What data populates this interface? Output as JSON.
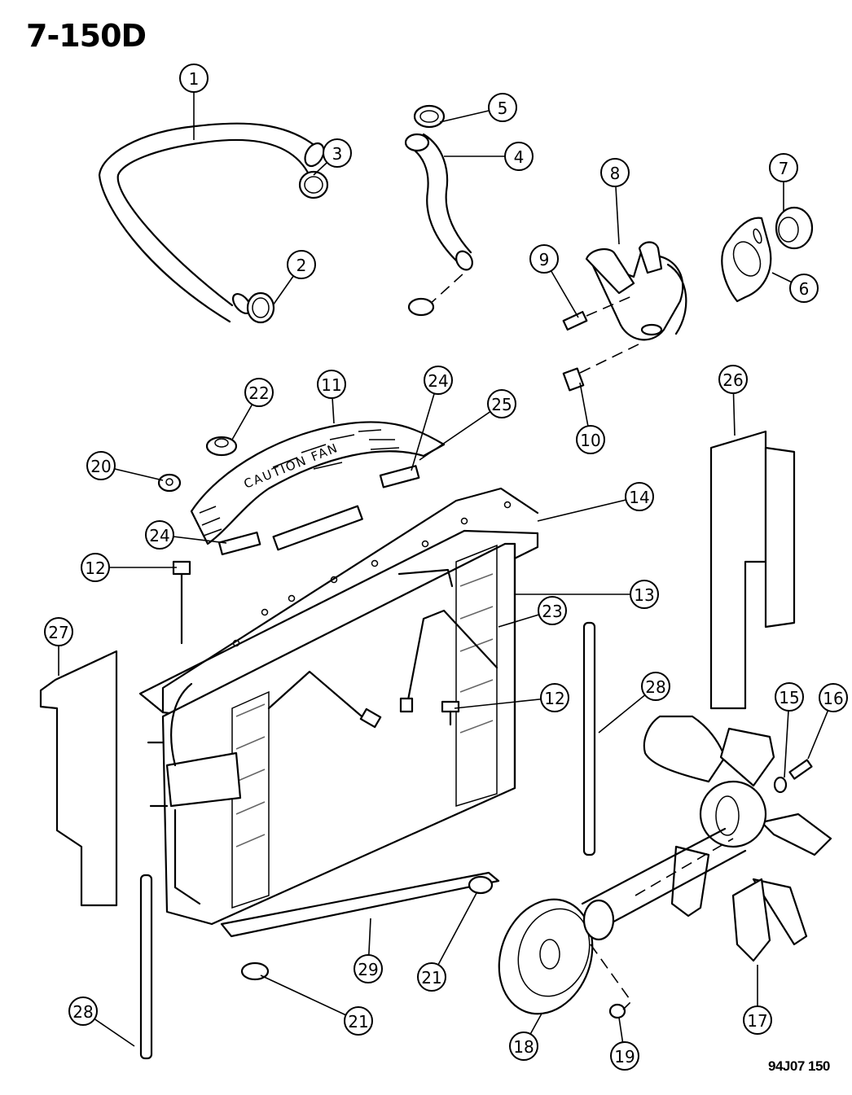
{
  "diagram": {
    "figure_number": "7-150D",
    "drawing_code": "94J07 150",
    "shroud_label": "CAUTION FAN",
    "callouts": [
      {
        "n": "1",
        "part": "upper-hose"
      },
      {
        "n": "2",
        "part": "hose-clamp-lower-left"
      },
      {
        "n": "3",
        "part": "hose-clamp-upper"
      },
      {
        "n": "4",
        "part": "bypass-hose"
      },
      {
        "n": "5",
        "part": "hose-clamp-top"
      },
      {
        "n": "6",
        "part": "thermostat-gasket"
      },
      {
        "n": "7",
        "part": "thermostat"
      },
      {
        "n": "8",
        "part": "thermostat-housing"
      },
      {
        "n": "9",
        "part": "housing-bolt"
      },
      {
        "n": "10",
        "part": "housing-bolt-lower"
      },
      {
        "n": "11",
        "part": "fan-shroud"
      },
      {
        "n": "12",
        "part": "bolt"
      },
      {
        "n": "12",
        "part": "bolt-right"
      },
      {
        "n": "13",
        "part": "radiator"
      },
      {
        "n": "14",
        "part": "upper-support"
      },
      {
        "n": "15",
        "part": "washer"
      },
      {
        "n": "16",
        "part": "fan-bolt"
      },
      {
        "n": "17",
        "part": "fan-blade"
      },
      {
        "n": "18",
        "part": "fan-pulley"
      },
      {
        "n": "19",
        "part": "nut"
      },
      {
        "n": "20",
        "part": "grommet"
      },
      {
        "n": "21",
        "part": "insulator"
      },
      {
        "n": "21",
        "part": "insulator-right"
      },
      {
        "n": "22",
        "part": "radiator-cap"
      },
      {
        "n": "23",
        "part": "bracket"
      },
      {
        "n": "24",
        "part": "seal-left"
      },
      {
        "n": "24",
        "part": "seal-right"
      },
      {
        "n": "25",
        "part": "seal-center"
      },
      {
        "n": "26",
        "part": "air-seal-right"
      },
      {
        "n": "27",
        "part": "air-seal-left"
      },
      {
        "n": "28",
        "part": "seal-strip-right"
      },
      {
        "n": "28",
        "part": "seal-strip-left"
      },
      {
        "n": "29",
        "part": "lower-seal"
      }
    ]
  }
}
